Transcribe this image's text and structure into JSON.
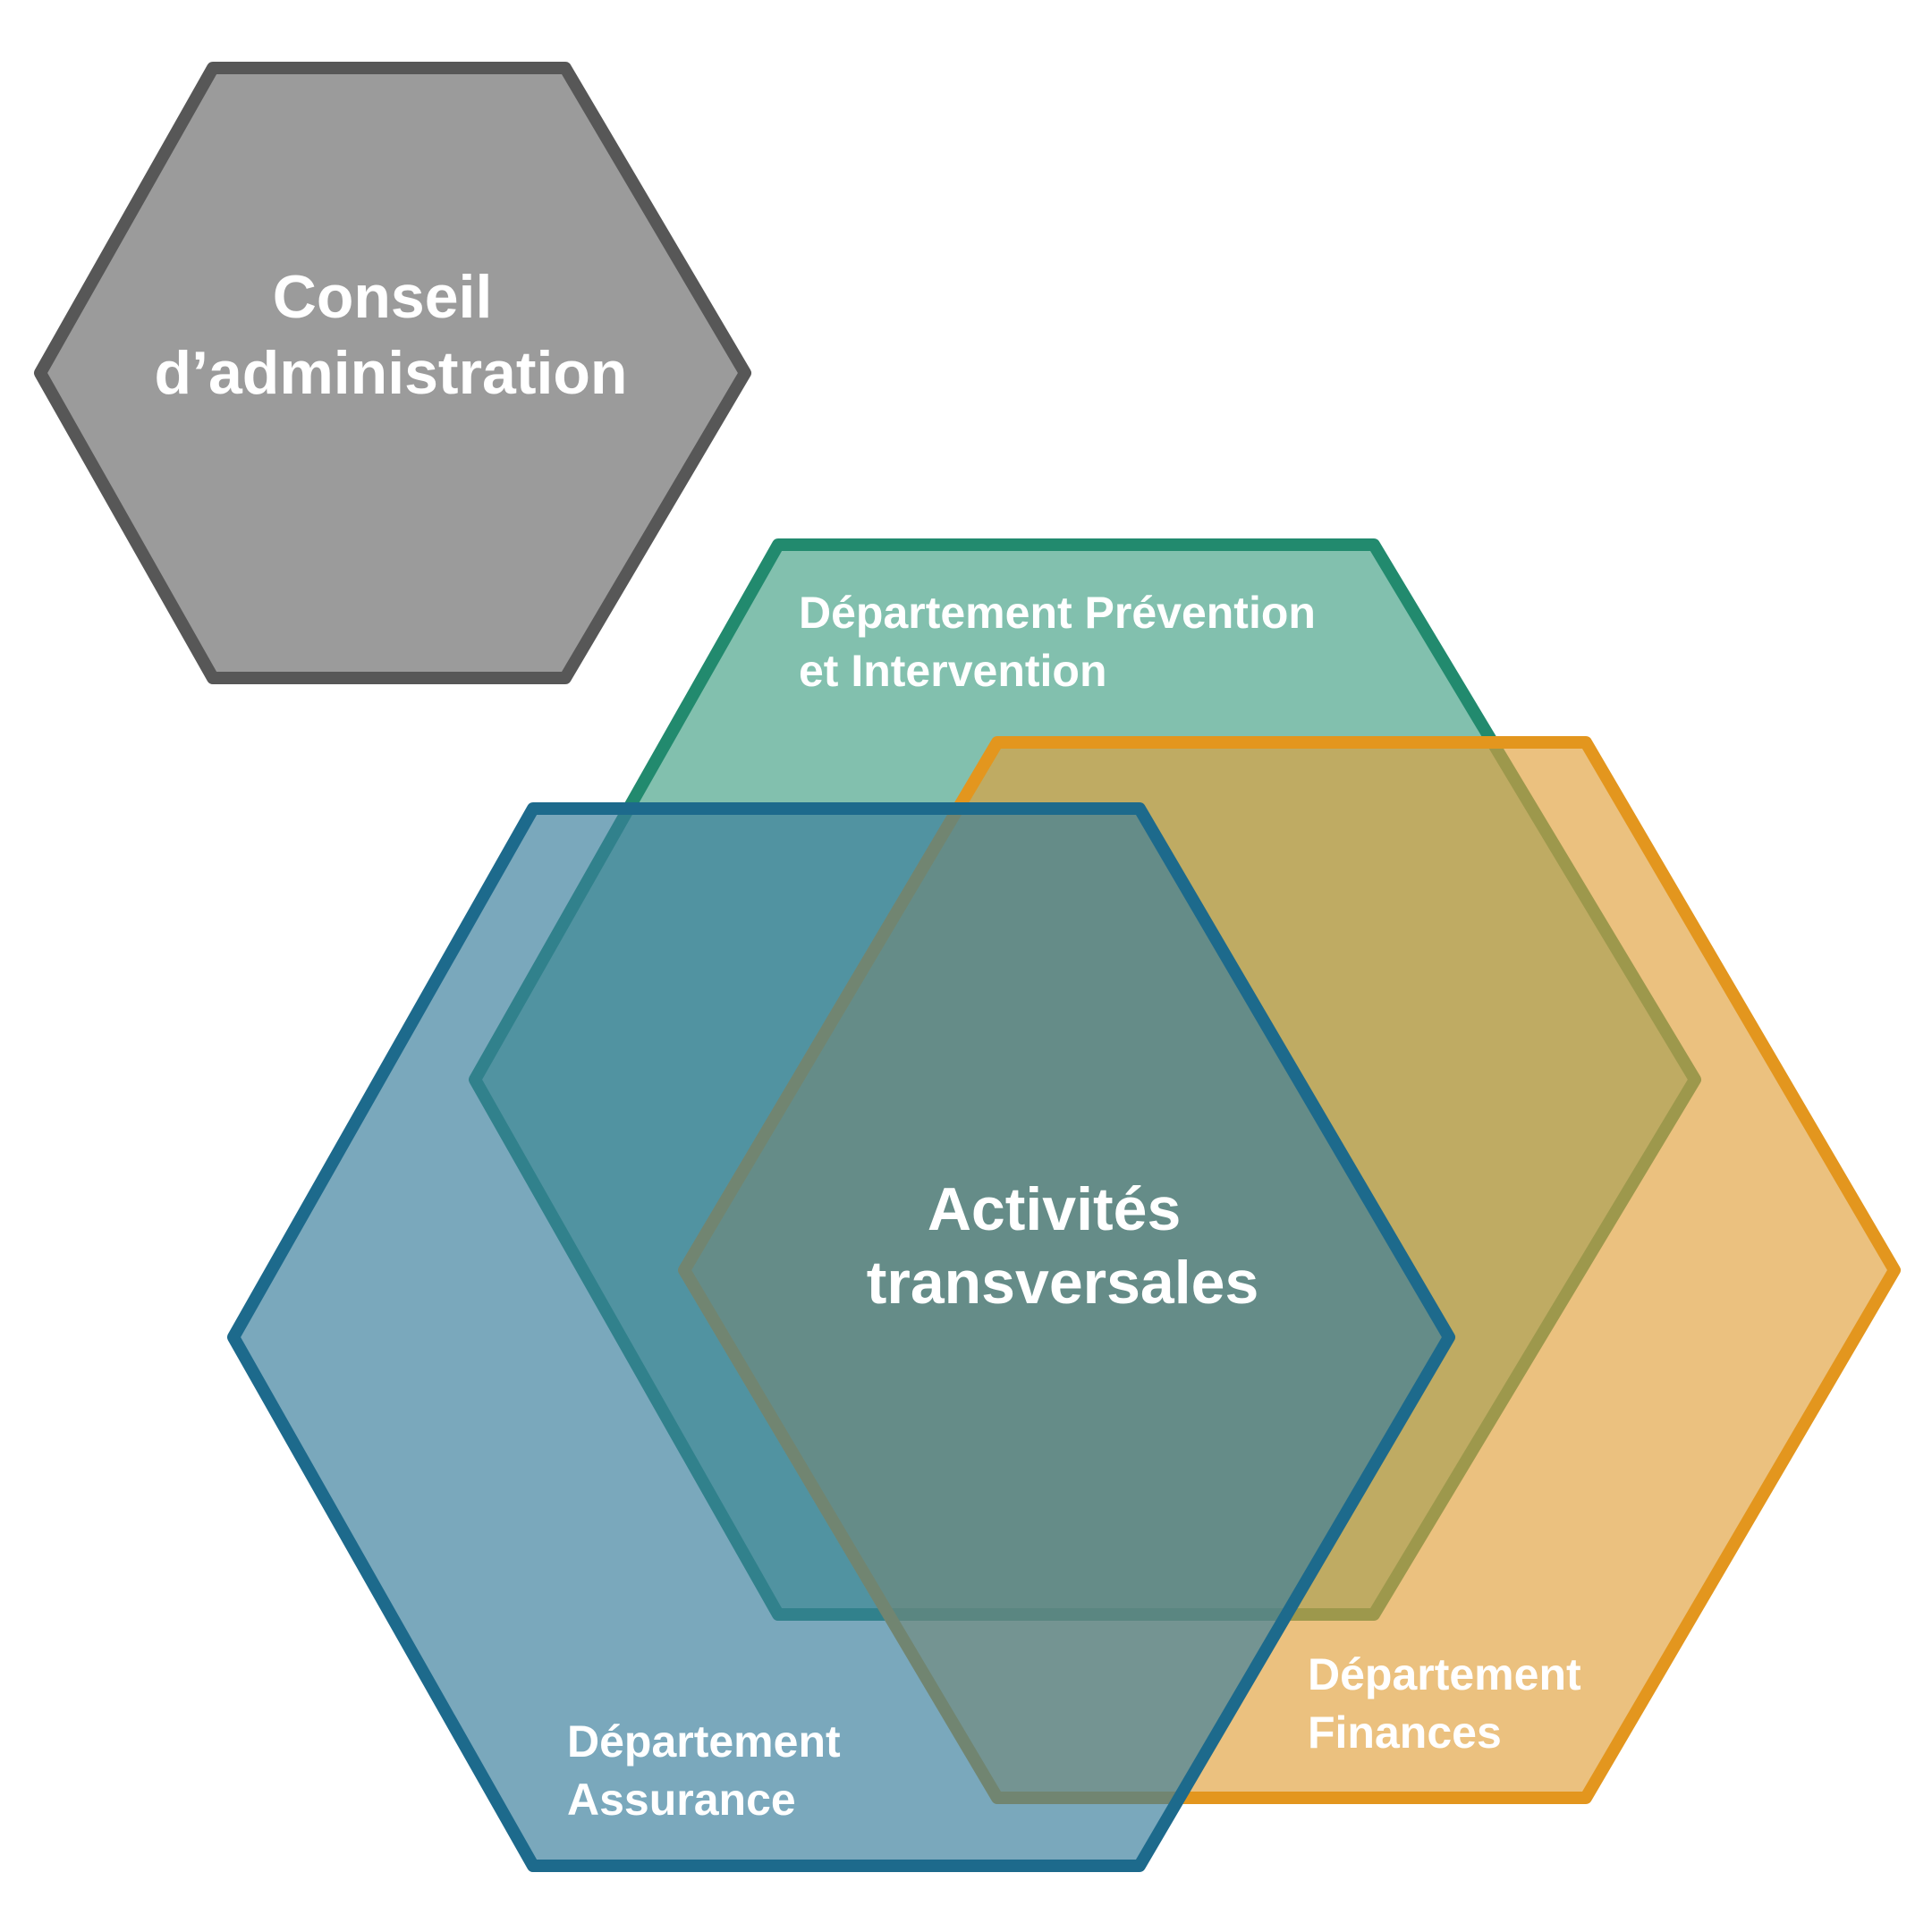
{
  "colors": {
    "conseil": {
      "fill": "#9b9b9b",
      "stroke": "#575757"
    },
    "prevention": {
      "fill": "#2f9678",
      "stroke": "#228a6e"
    },
    "finances": {
      "fill": "#e1a03a",
      "stroke": "#e3961e"
    },
    "assurance": {
      "fill": "#397e9b",
      "stroke": "#1d6a8c"
    },
    "text": "#ffffff"
  },
  "conseil": {
    "line1": "Conseil",
    "line2": "d’administration"
  },
  "prevention": {
    "line1": "Département Prévention",
    "line2": "et Intervention"
  },
  "finances": {
    "line1": "Département",
    "line2": "Finances"
  },
  "assurance": {
    "line1": "Département",
    "line2": "Assurance"
  },
  "center": {
    "line1": "Activités",
    "line2": "transversales"
  }
}
